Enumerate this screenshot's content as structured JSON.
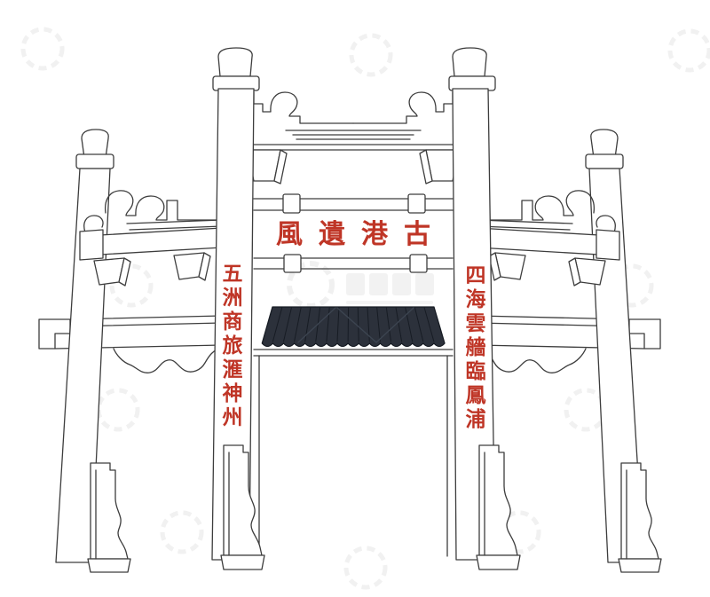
{
  "artwork": {
    "description_label": "",
    "plaque": {
      "text": "風遺港古"
    },
    "left_pillar_text": "五洲商旅滙神州",
    "right_pillar_text": "四海雲艢臨鳳浦"
  },
  "colors": {
    "inscription_red": "#bf3526",
    "eave_dark": "#2c313b",
    "eave_outline": "#171c24",
    "line": "#3d3d3d",
    "background": "#ffffff",
    "watermark": "#f1f1f1"
  }
}
